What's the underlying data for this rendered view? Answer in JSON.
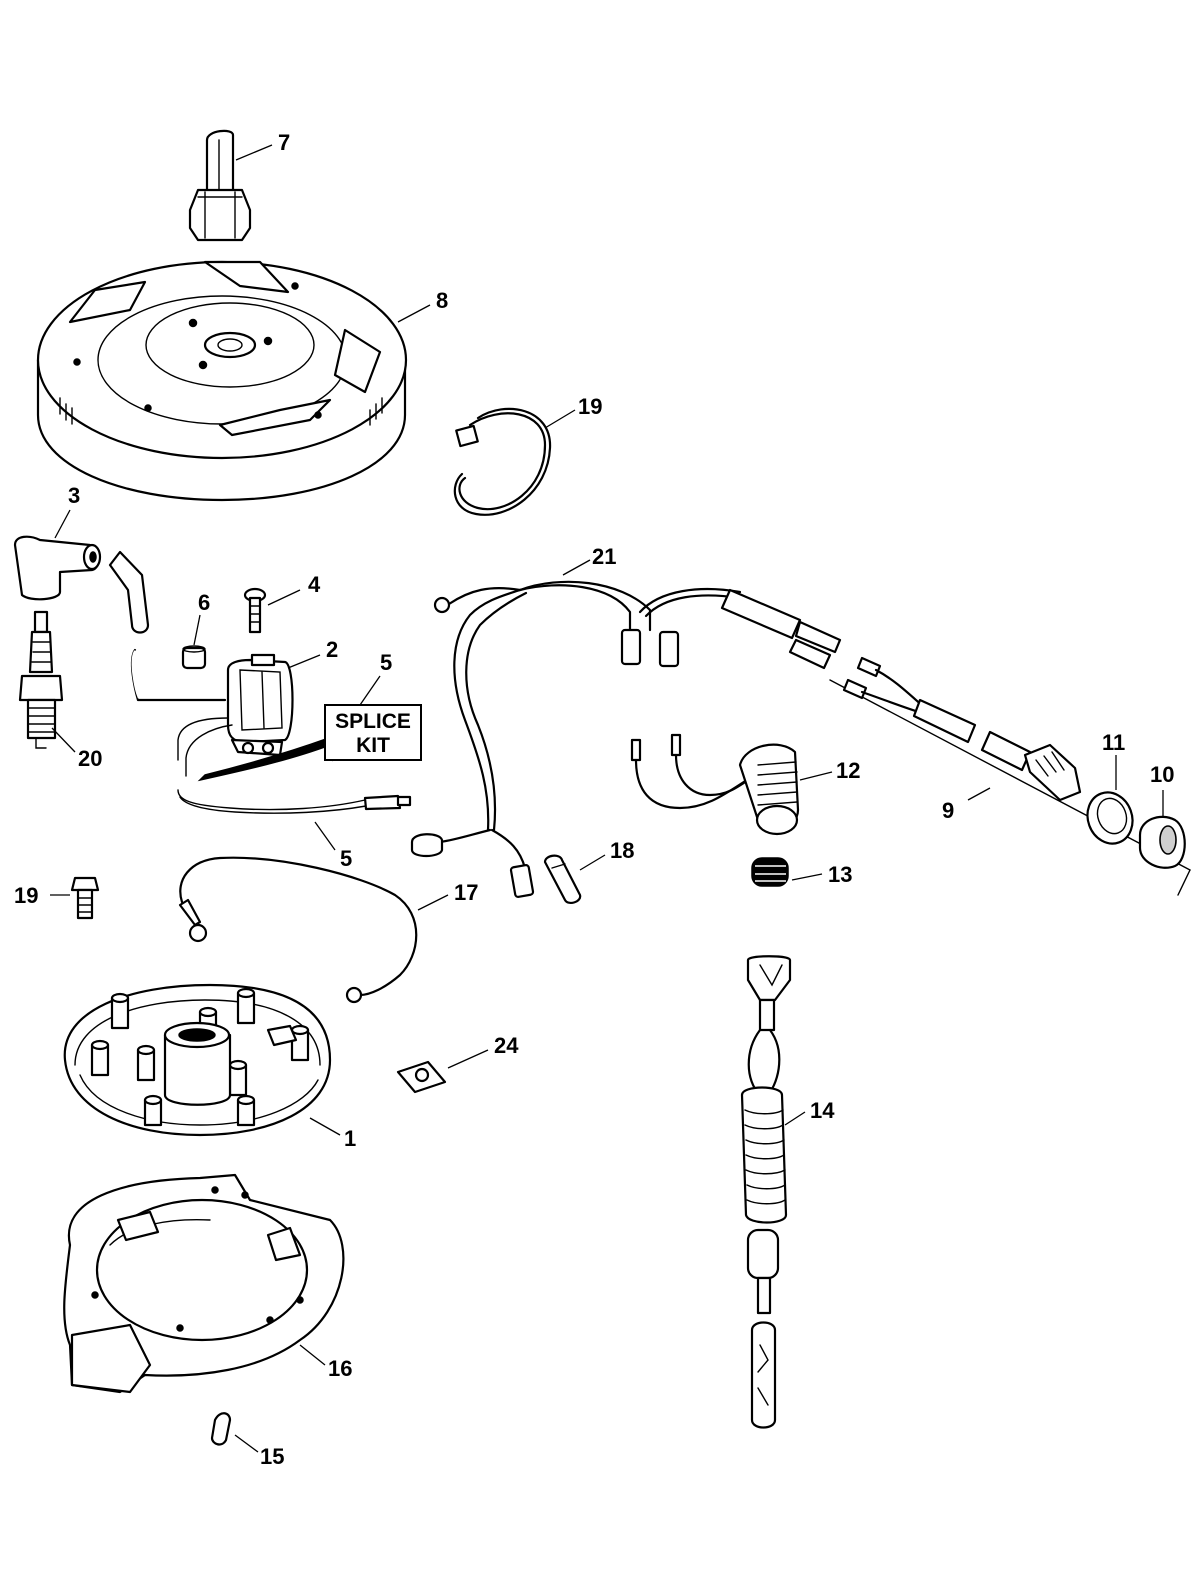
{
  "callouts": {
    "c7": "7",
    "c8": "8",
    "c19a": "19",
    "c3": "3",
    "c21": "21",
    "c4": "4",
    "c6": "6",
    "c2": "2",
    "c5a": "5",
    "c5b": "5",
    "c20": "20",
    "c11": "11",
    "c10": "10",
    "c12": "12",
    "c9": "9",
    "c18": "18",
    "c13": "13",
    "c19b": "19",
    "c17": "17",
    "c24": "24",
    "c14": "14",
    "c1": "1",
    "c16": "16",
    "c15": "15"
  },
  "splice_kit": {
    "line1": "SPLICE",
    "line2": "KIT"
  }
}
